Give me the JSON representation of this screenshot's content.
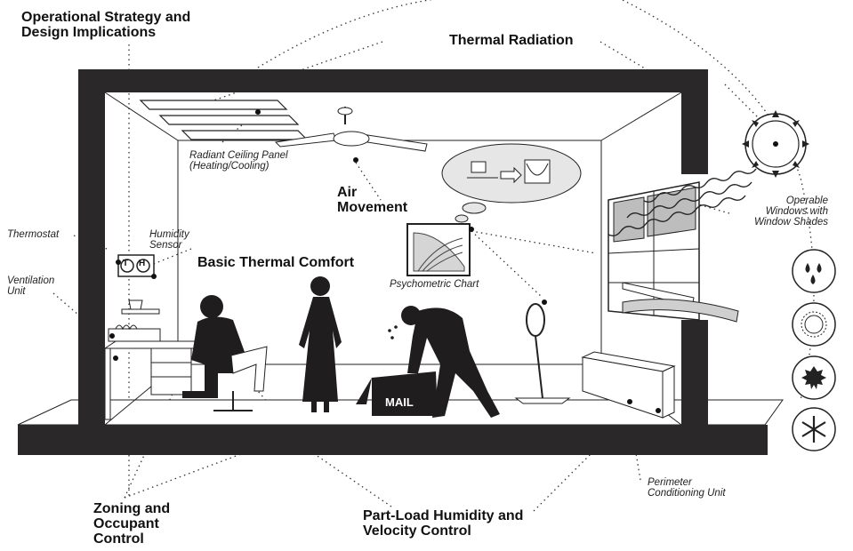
{
  "labels": {
    "operational_strategy_line1": "Operational Strategy and",
    "operational_strategy_line2": "Design Implications",
    "thermal_radiation": "Thermal Radiation",
    "radiant_panel_line1": "Radiant Ceiling Panel",
    "radiant_panel_line2": "(Heating/Cooling)",
    "air_movement_line1": "Air",
    "air_movement_line2": "Movement",
    "operable_windows_line1": "Operable",
    "operable_windows_line2": "Windows with",
    "operable_windows_line3": "Window Shades",
    "thermostat": "Thermostat",
    "humidity_sensor_line1": "Humidity",
    "humidity_sensor_line2": "Sensor",
    "basic_thermal_comfort": "Basic Thermal Comfort",
    "ventilation_unit_line1": "Ventilation",
    "ventilation_unit_line2": "Unit",
    "psychometric_chart": "Psychometric Chart",
    "mail": "MAIL",
    "perimeter_unit_line1": "Perimeter",
    "perimeter_unit_line2": "Conditioning Unit",
    "zoning_line1": "Zoning and",
    "zoning_line2": "Occupant",
    "zoning_line3": "Control",
    "part_load_line1": "Part-Load Humidity and",
    "part_load_line2": "Velocity Control",
    "thermostat_badge": "T",
    "humidity_badge": "H"
  },
  "weather_icons": [
    "rain-drops-icon",
    "sun-icon",
    "leaf-icon",
    "snowflake-icon"
  ],
  "colors": {
    "ink": "#231f20",
    "wall": "#2b2829",
    "paper": "#ffffff"
  }
}
